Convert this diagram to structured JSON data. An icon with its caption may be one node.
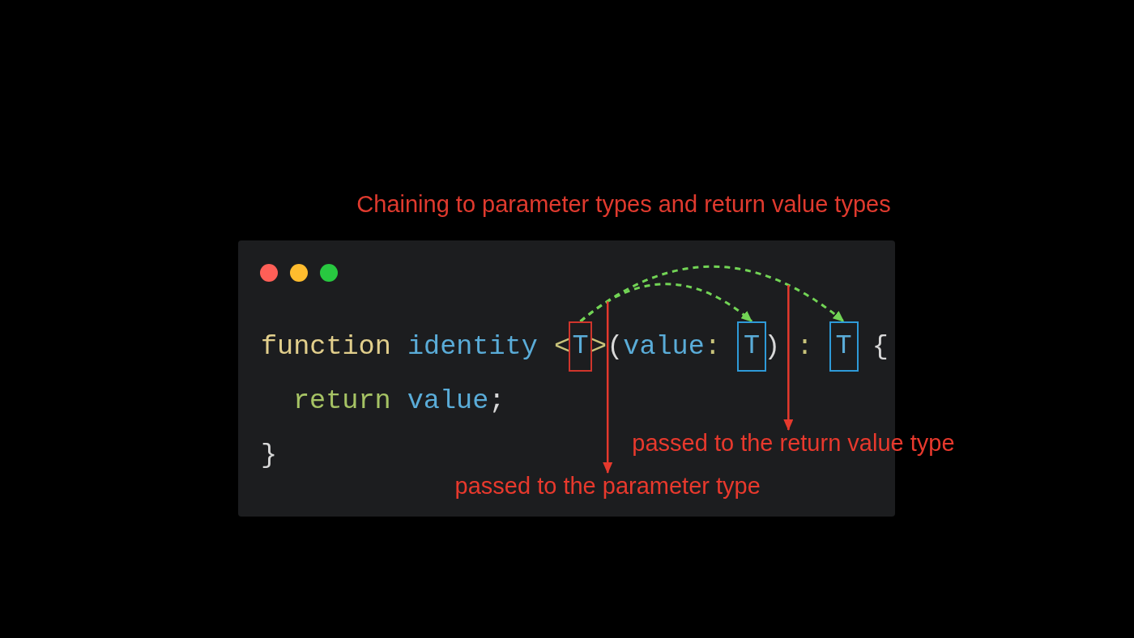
{
  "diagram": {
    "title": "Chaining to parameter types and return value types",
    "nodes": [
      {
        "text": [
          "function identity <",
          ">(value:",
          ") :",
          "{",
          "return value;",
          "}"
        ]
      },
      {
        "text": [
          "T"
        ],
        "in": 0
      },
      {
        "text": [
          "T"
        ],
        "in": 0
      },
      {
        "text": [
          "T"
        ],
        "in": 0
      },
      {
        "text": [
          "passed to the return value type"
        ]
      },
      {
        "text": [
          "passed to the parameter type"
        ],
        "in": 0
      }
    ],
    "edges": [
      {
        "from": 1,
        "to": 2,
        "arrow": "to",
        "style": "dashed",
        "color": "#72d455"
      },
      {
        "from": 1,
        "to": 3,
        "arrow": "to",
        "style": "dashed",
        "color": "#72d455"
      },
      {
        "from": null,
        "to": 5,
        "arrow": "to",
        "color": "#e5392d"
      },
      {
        "from": null,
        "to": 4,
        "arrow": "to",
        "color": "#e5392d"
      }
    ]
  }
}
